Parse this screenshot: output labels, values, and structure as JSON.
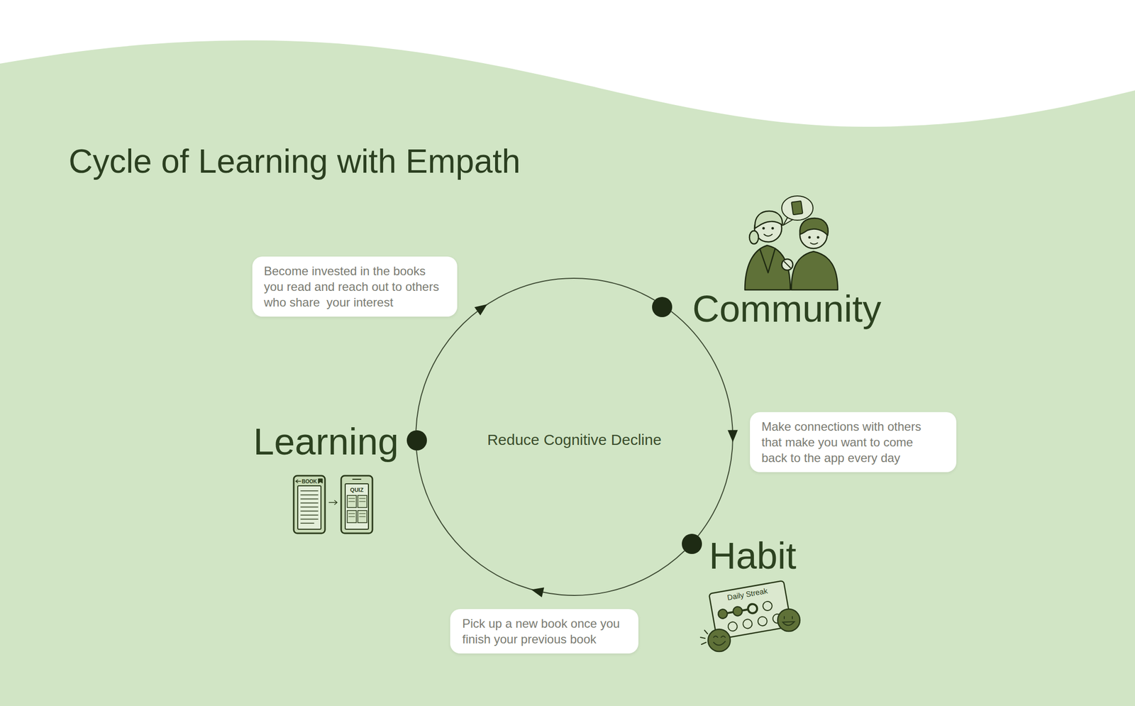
{
  "diagram": {
    "title": "Cycle of Learning with Empath",
    "nodes": [
      {
        "text": [
          "Become invested in the books you read and reach out to others who share  your interest"
        ]
      },
      {
        "text": [
          "Community"
        ]
      },
      {
        "text": [
          "Make connections with others that make you want to come back to the app every day"
        ]
      },
      {
        "text": [
          "Learning"
        ]
      },
      {
        "text": [
          "Habit"
        ]
      },
      {
        "text": [
          "Pick up a new book once you finish your previous book"
        ]
      }
    ],
    "edges": [
      {
        "from": 3,
        "to": 1,
        "arrow": "to"
      },
      {
        "from": 1,
        "to": 4,
        "arrow": "to"
      },
      {
        "from": 4,
        "to": 3,
        "arrow": "to"
      }
    ],
    "labels": [
      "Reduce Cognitive Decline",
      "BOOK",
      "QUIZ",
      "Daily Streak"
    ]
  }
}
